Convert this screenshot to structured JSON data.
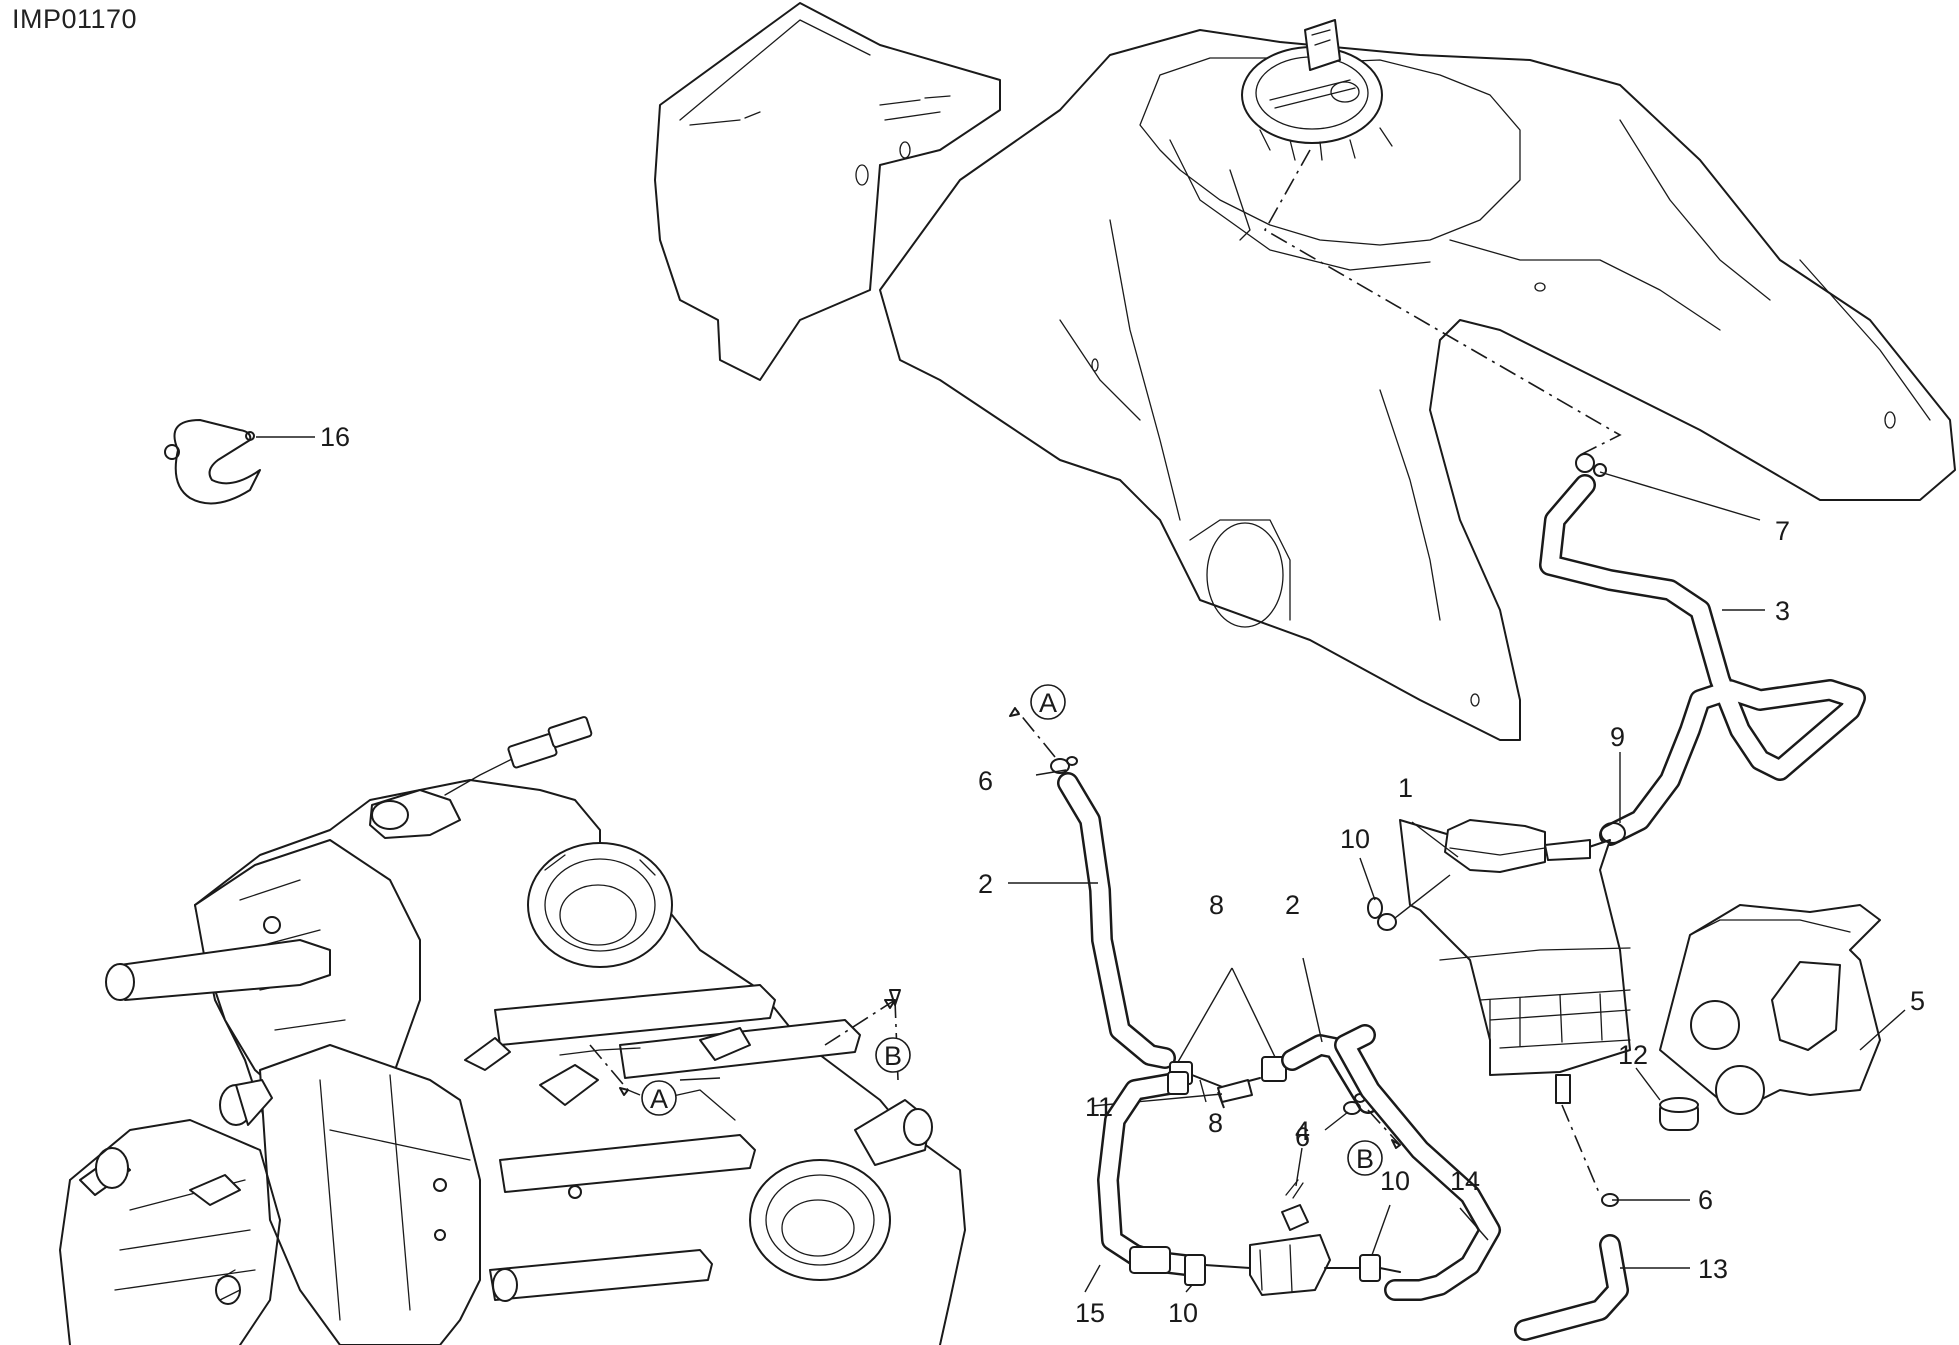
{
  "drawing": {
    "code": "IMP01170"
  },
  "callouts": [
    {
      "id": "c16",
      "label": "16"
    },
    {
      "id": "c7",
      "label": "7"
    },
    {
      "id": "c3",
      "label": "3"
    },
    {
      "id": "c9",
      "label": "9"
    },
    {
      "id": "c1",
      "label": "1"
    },
    {
      "id": "c10a",
      "label": "10"
    },
    {
      "id": "c6a",
      "label": "6"
    },
    {
      "id": "c2a",
      "label": "2"
    },
    {
      "id": "c8a",
      "label": "8"
    },
    {
      "id": "c2b",
      "label": "2"
    },
    {
      "id": "c11",
      "label": "11"
    },
    {
      "id": "c6b",
      "label": "6"
    },
    {
      "id": "c8b",
      "label": "8"
    },
    {
      "id": "c4",
      "label": "4"
    },
    {
      "id": "c10b",
      "label": "10"
    },
    {
      "id": "c14",
      "label": "14"
    },
    {
      "id": "c15",
      "label": "15"
    },
    {
      "id": "c10c",
      "label": "10"
    },
    {
      "id": "c12",
      "label": "12"
    },
    {
      "id": "c5",
      "label": "5"
    },
    {
      "id": "c6c",
      "label": "6"
    },
    {
      "id": "c13",
      "label": "13"
    }
  ],
  "references": {
    "a_top": "A",
    "b_bottom": "B",
    "a_engine": "A",
    "b_engine": "B"
  }
}
